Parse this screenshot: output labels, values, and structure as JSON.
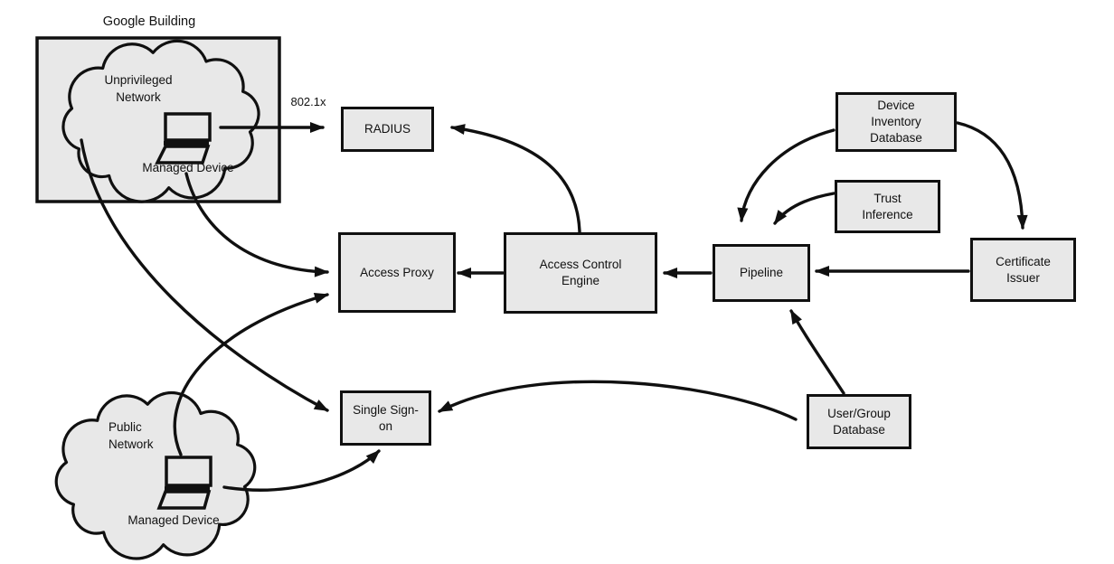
{
  "diagram": {
    "title": "Google Building",
    "colors": {
      "node_fill": "#e8e8e8",
      "line": "#101010",
      "background": "#ffffff"
    },
    "nodes": {
      "radius": {
        "label": "RADIUS"
      },
      "access_proxy": {
        "label": "Access Proxy"
      },
      "access_control_engine": {
        "label": "Access Control Engine"
      },
      "pipeline": {
        "label": "Pipeline"
      },
      "device_inventory_database": {
        "label": "Device Inventory Database"
      },
      "trust_inference": {
        "label": "Trust Inference"
      },
      "certificate_issuer": {
        "label": "Certificate Issuer"
      },
      "single_sign_on": {
        "label": "Single Sign-on"
      },
      "user_group_database": {
        "label": "User/Group Database"
      }
    },
    "clouds": {
      "unprivileged": {
        "label": "Unprivileged Network",
        "device_label": "Managed Device"
      },
      "public": {
        "label": "Public Network",
        "device_label": "Managed Device"
      }
    },
    "edge_labels": {
      "dot1x": "802.1x"
    },
    "edges": [
      {
        "from": "Managed Device (Unprivileged Network)",
        "to": "RADIUS",
        "label": "802.1x"
      },
      {
        "from": "Access Control Engine",
        "to": "RADIUS"
      },
      {
        "from": "Access Control Engine",
        "to": "Access Proxy"
      },
      {
        "from": "Pipeline",
        "to": "Access Control Engine"
      },
      {
        "from": "Managed Device (Unprivileged Network)",
        "to": "Access Proxy"
      },
      {
        "from": "Managed Device (Unprivileged Network)",
        "to": "Single Sign-on"
      },
      {
        "from": "Managed Device (Public Network)",
        "to": "Access Proxy"
      },
      {
        "from": "Managed Device (Public Network)",
        "to": "Single Sign-on"
      },
      {
        "from": "Device Inventory Database",
        "to": "Pipeline"
      },
      {
        "from": "Trust Inference",
        "to": "Pipeline"
      },
      {
        "from": "Device Inventory Database",
        "to": "Certificate Issuer"
      },
      {
        "from": "Certificate Issuer",
        "to": "Pipeline"
      },
      {
        "from": "User/Group Database",
        "to": "Pipeline"
      },
      {
        "from": "User/Group Database",
        "to": "Single Sign-on"
      }
    ]
  }
}
